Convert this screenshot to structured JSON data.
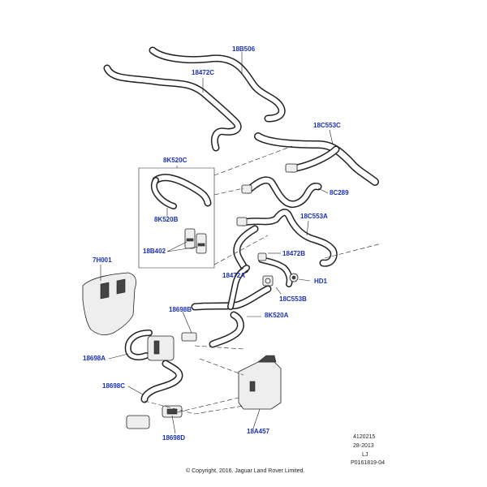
{
  "labels": {
    "l18B506": "18B506",
    "l18472C": "18472C",
    "l18C553C": "18C553C",
    "l8K520C": "8K520C",
    "l8C289": "8C289",
    "l8K520B": "8K520B",
    "l18C553A": "18C553A",
    "l18B402": "18B402",
    "l7H001": "7H001",
    "l18472B": "18472B",
    "l18472A": "18472A",
    "lHD1": "HD1",
    "l18C553B": "18C553B",
    "l18698B": "18698B",
    "l8K520A": "8K520A",
    "l18698A": "18698A",
    "l18698C": "18698C",
    "l18698D": "18698D",
    "l18A457": "18A457"
  },
  "footer": {
    "ref1": "4120215",
    "ref2": "28-2013",
    "ref3": "LJ",
    "ref4": "P0161819-04",
    "copyright": "© Copyright, 2016. Jaguar Land Rover Limited."
  }
}
